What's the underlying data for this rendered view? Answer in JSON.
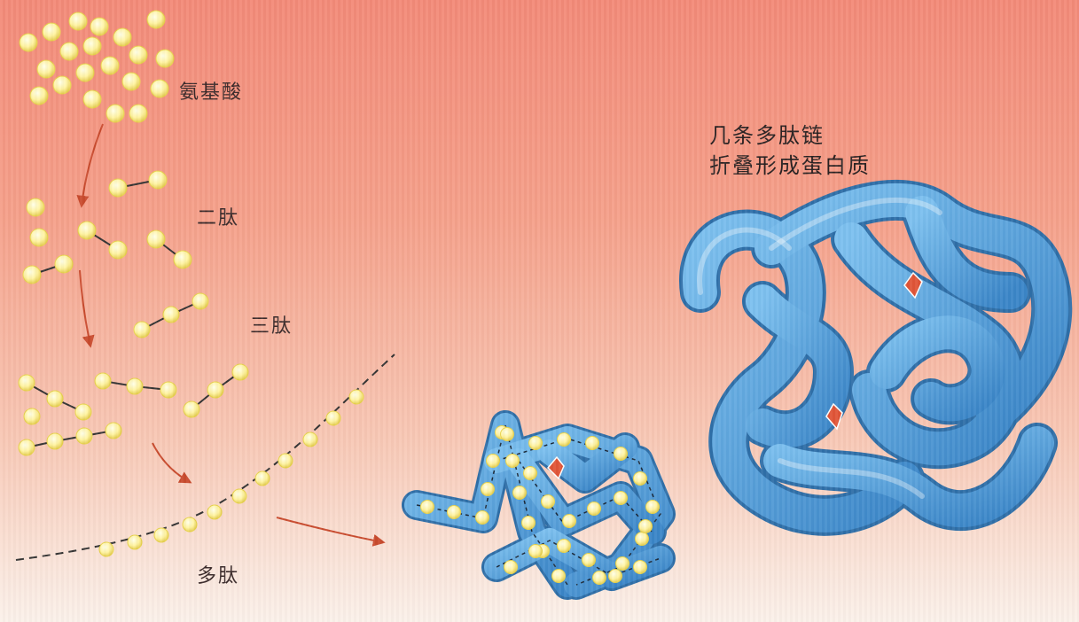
{
  "labels": {
    "amino_acid": "氨基酸",
    "dipeptide": "二肽",
    "tripeptide": "三肽",
    "polypeptide": "多肽",
    "protein_line1": "几条多肽链",
    "protein_line2": "折叠形成蛋白质"
  },
  "colors": {
    "amino_acid": "#fff5b0",
    "amino_acid_edge": "#e8d24a",
    "tube": "#4a9ad6",
    "tube_edge": "#2f6fa8",
    "arrow": "#c94b2e",
    "ribbon": "#e05538"
  }
}
